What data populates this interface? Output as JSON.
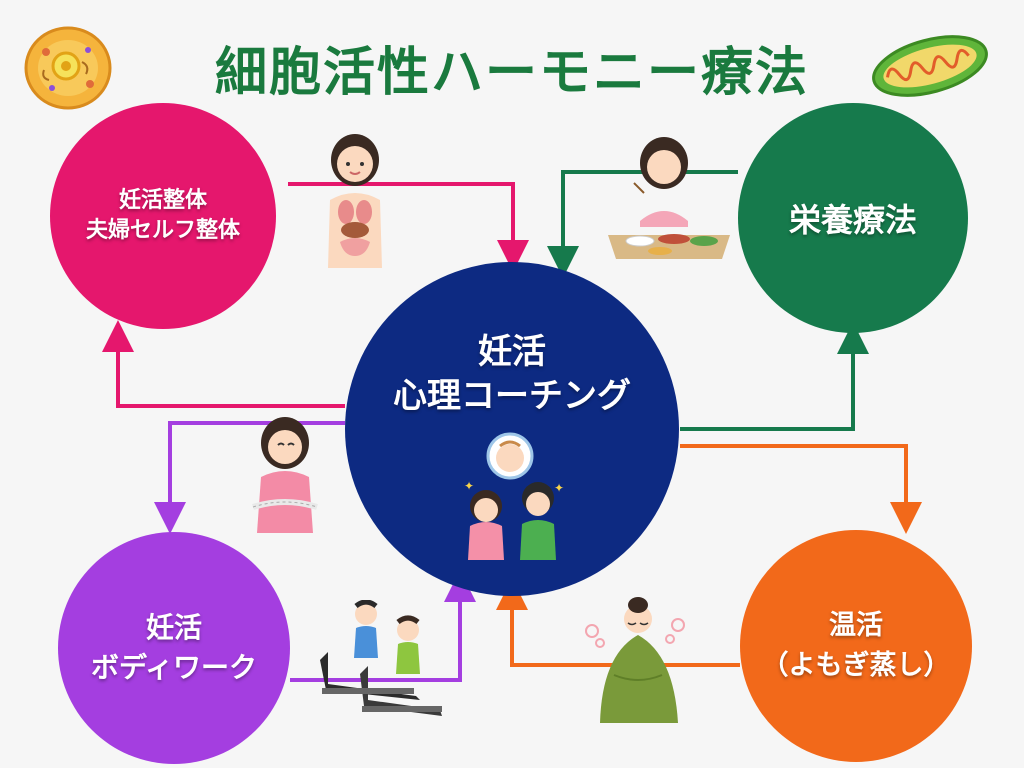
{
  "title": "細胞活性ハーモニー療法",
  "nodes": {
    "pink": {
      "line1": "妊活整体",
      "line2": "夫婦セルフ整体",
      "color": "#e5176d"
    },
    "green": {
      "line1": "栄養療法",
      "color": "#167a4c"
    },
    "center": {
      "line1": "妊活",
      "line2": "心理コーチング",
      "color": "#0d2a82"
    },
    "purple": {
      "line1": "妊活",
      "line2": "ボディワーク",
      "color": "#a43ee0"
    },
    "orange": {
      "line1": "温活",
      "line2": "（よもぎ蒸し）",
      "color": "#f2691a"
    }
  },
  "icons": [
    "cell-icon",
    "mitochondria-icon",
    "woman-anatomy-icon",
    "woman-eating-icon",
    "woman-measuring-waist-icon",
    "couple-baby-icon",
    "treadmill-runners-icon",
    "yomogi-steam-icon"
  ]
}
